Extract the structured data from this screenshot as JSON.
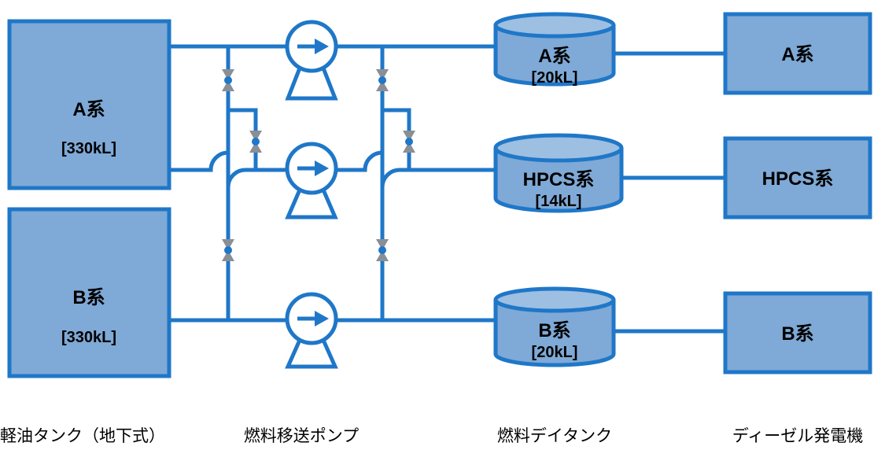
{
  "storage_tanks": {
    "a": {
      "name": "A系",
      "capacity": "[330kL]"
    },
    "b": {
      "name": "B系",
      "capacity": "[330kL]"
    }
  },
  "day_tanks": {
    "a": {
      "name": "A系",
      "capacity": "[20kL]"
    },
    "hpcs": {
      "name": "HPCS系",
      "capacity": "[14kL]"
    },
    "b": {
      "name": "B系",
      "capacity": "[20kL]"
    }
  },
  "generators": {
    "a": {
      "name": "A系"
    },
    "hpcs": {
      "name": "HPCS系"
    },
    "b": {
      "name": "B系"
    }
  },
  "column_labels": {
    "storage": "軽油タンク（地下式）",
    "pump": "燃料移送ポンプ",
    "day_tank": "燃料デイタンク",
    "generator": "ディーゼル発電機"
  },
  "colors": {
    "pipe": "#1f77c8",
    "fill": "#7fa9d6",
    "valve": "#8a8f96"
  }
}
